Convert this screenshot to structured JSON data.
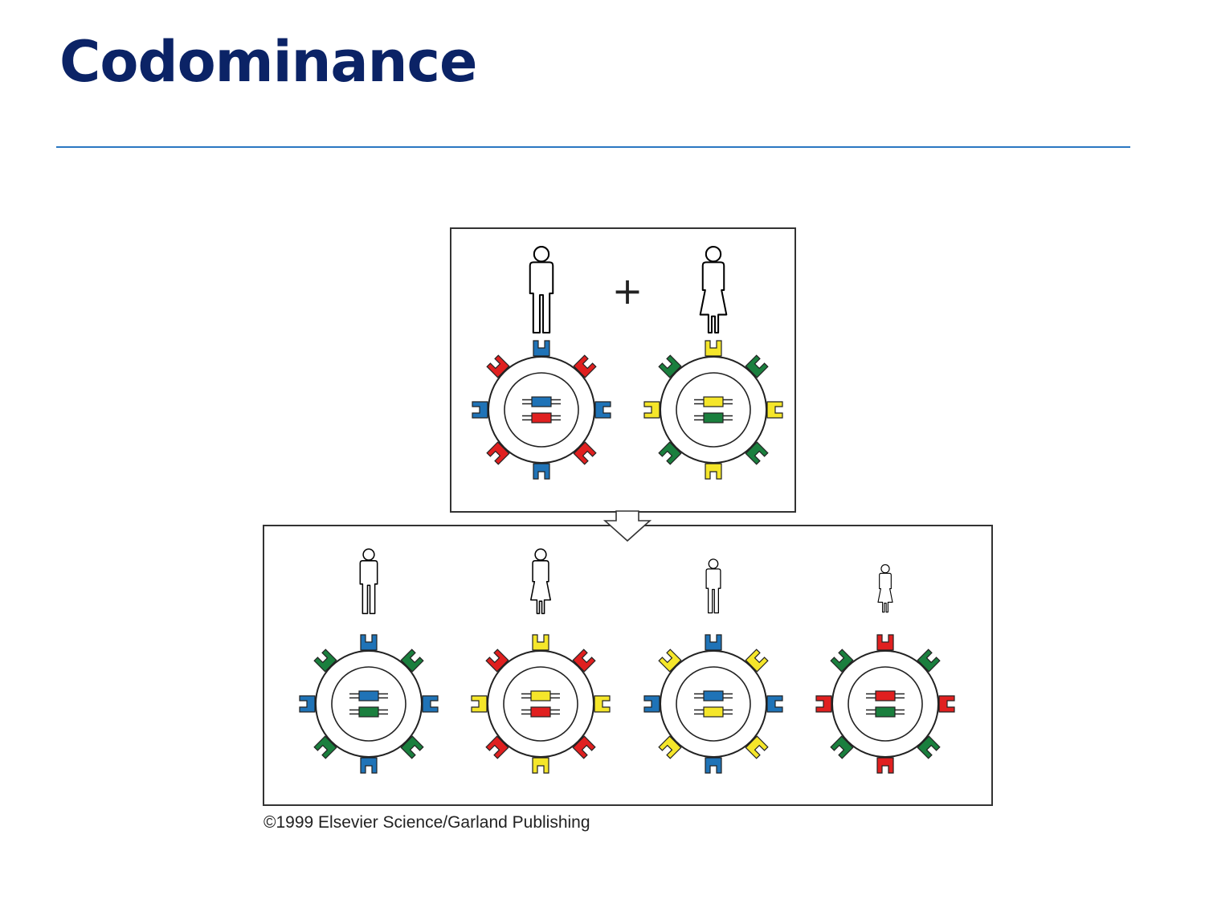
{
  "slide": {
    "title": "Codominance",
    "plus_sign": "+",
    "credit": "©1999 Elsevier Science/Garland Publishing"
  },
  "colors": {
    "title": "#0b2366",
    "rule": "#2a77c2",
    "blue": "#1f73b7",
    "red": "#e02020",
    "green": "#1a7f3e",
    "yellow": "#f5e62a"
  },
  "parents": [
    {
      "sex": "male",
      "alleles": [
        "blue",
        "red"
      ],
      "receptors_axial": "blue",
      "receptors_diagonal": "red"
    },
    {
      "sex": "female",
      "alleles": [
        "yellow",
        "green"
      ],
      "receptors_axial": "yellow",
      "receptors_diagonal": "green"
    }
  ],
  "offspring": [
    {
      "sex": "male",
      "alleles": [
        "blue",
        "green"
      ],
      "receptors_axial": "blue",
      "receptors_diagonal": "green"
    },
    {
      "sex": "female",
      "alleles": [
        "yellow",
        "red"
      ],
      "receptors_axial": "yellow",
      "receptors_diagonal": "red"
    },
    {
      "sex": "male",
      "alleles": [
        "blue",
        "yellow"
      ],
      "receptors_axial": "blue",
      "receptors_diagonal": "yellow"
    },
    {
      "sex": "female",
      "alleles": [
        "red",
        "green"
      ],
      "receptors_axial": "red",
      "receptors_diagonal": "green"
    }
  ]
}
